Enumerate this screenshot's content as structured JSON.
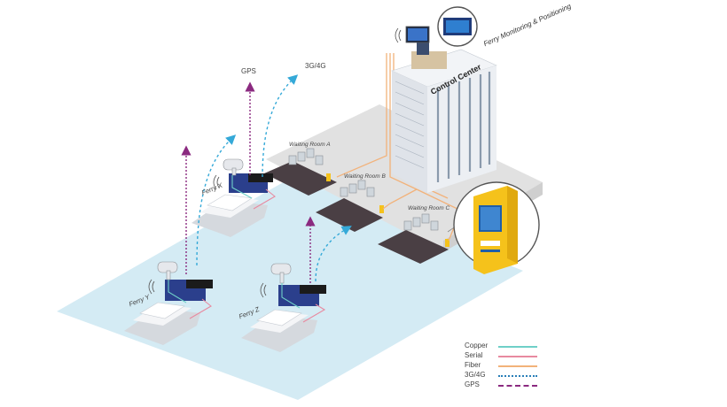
{
  "diagram": {
    "control_center": "Control Center",
    "monitoring": "Ferry Monitoring & Positioning",
    "signals": {
      "gps": "GPS",
      "cellular": "3G/4G"
    },
    "rooms": [
      "Waiting Room A",
      "Waiting Room B",
      "Waiting Room C"
    ],
    "ships": [
      "Ferry X",
      "Ferry Y",
      "Ferry Z"
    ],
    "colors": {
      "water": "#d4ebf4",
      "pier": "#e1e1e1",
      "building": "#e9ecf1",
      "gps": "#8b2a80",
      "cellular": "#35a9d8",
      "device": "#2b3f8c",
      "kiosk": "#f5c21b"
    }
  },
  "legend": [
    {
      "label": "Copper",
      "color": "#6fd0c8",
      "style": "solid"
    },
    {
      "label": "Serial",
      "color": "#e88aa0",
      "style": "solid"
    },
    {
      "label": "Fiber",
      "color": "#f2b27a",
      "style": "solid"
    },
    {
      "label": "3G/4G",
      "color": "#2a7fb8",
      "style": "dotted"
    },
    {
      "label": "GPS",
      "color": "#8b2a80",
      "style": "dashed"
    }
  ]
}
